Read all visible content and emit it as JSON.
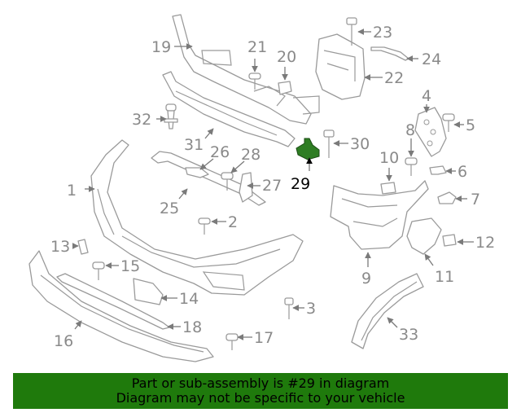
{
  "highlighted_part": "29",
  "callouts": {
    "c1": "1",
    "c2": "2",
    "c3": "3",
    "c4": "4",
    "c5": "5",
    "c6": "6",
    "c7": "7",
    "c8": "8",
    "c9": "9",
    "c10": "10",
    "c11": "11",
    "c12": "12",
    "c13": "13",
    "c14": "14",
    "c15": "15",
    "c16": "16",
    "c17": "17",
    "c18": "18",
    "c19": "19",
    "c20": "20",
    "c21": "21",
    "c22": "22",
    "c23": "23",
    "c24": "24",
    "c25": "25",
    "c26": "26",
    "c27": "27",
    "c28": "28",
    "c29": "29",
    "c30": "30",
    "c31": "31",
    "c32": "32",
    "c33": "33"
  },
  "banner": {
    "line1": "Part or sub-assembly is #29 in diagram",
    "line2": "Diagram may not be specific to your vehicle",
    "color": "#1f7a0c"
  },
  "colors": {
    "highlight": "#2e7d23",
    "lines": "#9a9a9a",
    "labels": "#8a8a8a"
  }
}
